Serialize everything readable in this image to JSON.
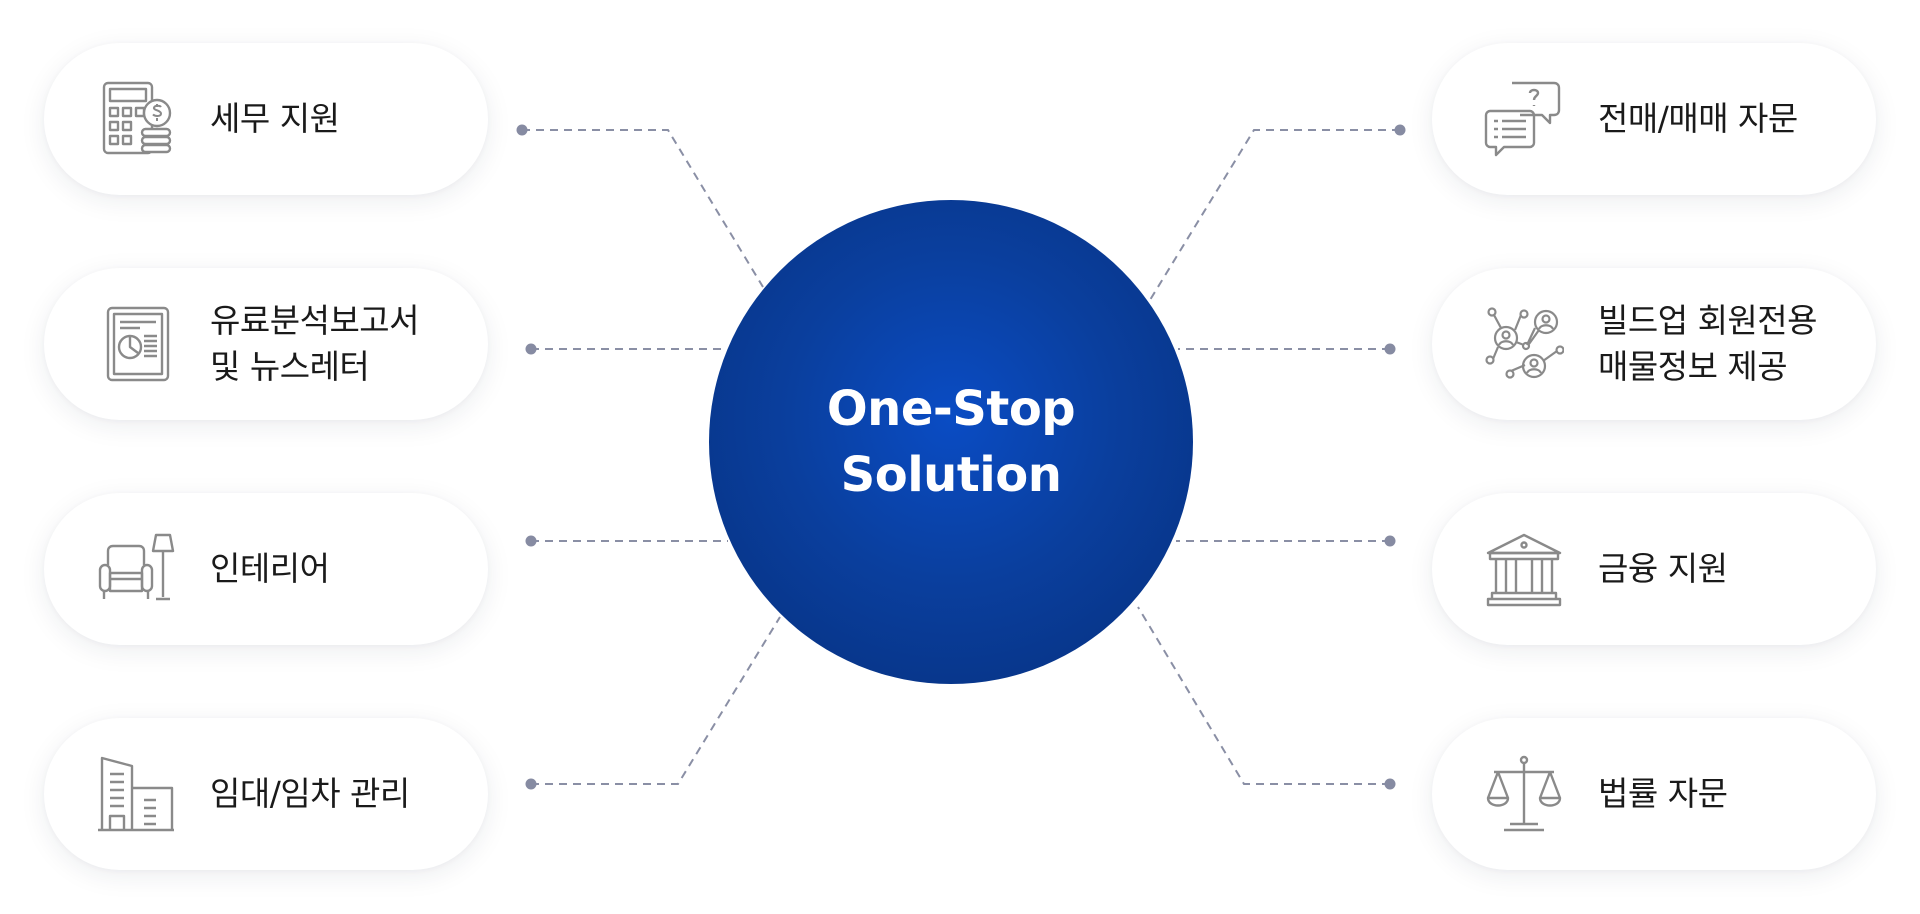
{
  "hub": {
    "title_lines": [
      "One-Stop",
      "Solution"
    ],
    "color": "#0a3f9e"
  },
  "left_items": [
    {
      "lines": [
        "세무 지원"
      ],
      "icon": "calculator-coin-icon"
    },
    {
      "lines": [
        "유료분석보고서",
        "및 뉴스레터"
      ],
      "icon": "report-document-icon"
    },
    {
      "lines": [
        "인테리어"
      ],
      "icon": "armchair-lamp-icon"
    },
    {
      "lines": [
        "임대/임차 관리"
      ],
      "icon": "buildings-icon"
    }
  ],
  "right_items": [
    {
      "lines": [
        "전매/매매 자문"
      ],
      "icon": "chat-question-icon"
    },
    {
      "lines": [
        "빌드업 회원전용",
        "매물정보 제공"
      ],
      "icon": "member-network-icon"
    },
    {
      "lines": [
        "금융 지원"
      ],
      "icon": "bank-icon"
    },
    {
      "lines": [
        "법률 자문"
      ],
      "icon": "scales-icon"
    }
  ],
  "connector_color": "#8a8fa5"
}
